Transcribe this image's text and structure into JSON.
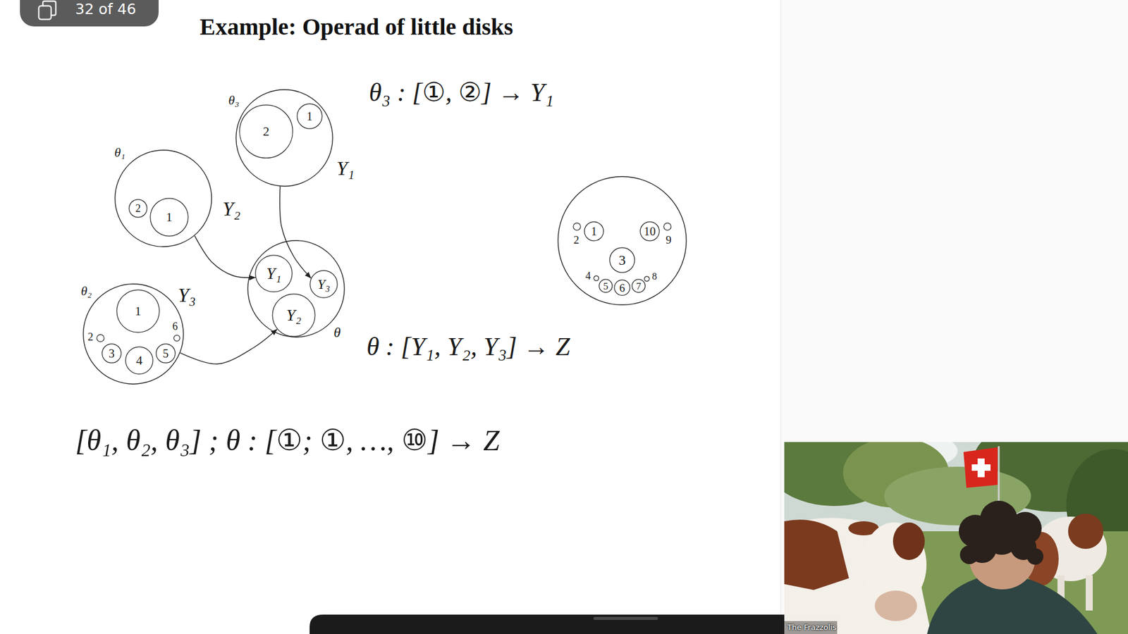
{
  "diagram": {
    "title": "Example: Operad of little disks",
    "nodes": [
      {
        "text": [
          "θ₃",
          "Y₁"
        ]
      },
      {
        "text": [
          "2"
        ],
        "in": 0
      },
      {
        "text": [
          "1"
        ],
        "in": 0
      },
      {
        "text": [
          "θ₁",
          "Y₂"
        ]
      },
      {
        "text": [
          "2"
        ],
        "in": 3
      },
      {
        "text": [
          "1"
        ],
        "in": 3
      },
      {
        "text": [
          "θ"
        ]
      },
      {
        "text": [
          "Y₁"
        ],
        "in": 6
      },
      {
        "text": [
          "Y₃"
        ],
        "in": 6
      },
      {
        "text": [
          "Y₂"
        ],
        "in": 6
      },
      {
        "text": [
          "θ₂",
          "Y₃"
        ]
      },
      {
        "text": [
          "1"
        ],
        "in": 10
      },
      {
        "text": [
          "2"
        ],
        "in": 10
      },
      {
        "text": [
          "3"
        ],
        "in": 10
      },
      {
        "text": [
          "4"
        ],
        "in": 10
      },
      {
        "text": [
          "5"
        ],
        "in": 10
      },
      {
        "text": [
          "6"
        ],
        "in": 10
      },
      {
        "text": []
      },
      {
        "text": [
          "2"
        ],
        "in": 17
      },
      {
        "text": [
          "1"
        ],
        "in": 17
      },
      {
        "text": [
          "10"
        ],
        "in": 17
      },
      {
        "text": [
          "9"
        ],
        "in": 17
      },
      {
        "text": [
          "3"
        ],
        "in": 17
      },
      {
        "text": [
          "4"
        ],
        "in": 17
      },
      {
        "text": [
          "5"
        ],
        "in": 17
      },
      {
        "text": [
          "6"
        ],
        "in": 17
      },
      {
        "text": [
          "7"
        ],
        "in": 17
      },
      {
        "text": [
          "8"
        ],
        "in": 17
      }
    ],
    "edges": [
      {
        "from": 3,
        "to": 7,
        "arrow": "to"
      },
      {
        "from": 0,
        "to": 8,
        "arrow": "to"
      },
      {
        "from": 10,
        "to": 9,
        "arrow": "to"
      }
    ],
    "labels": [
      "32 of 46",
      "θ₃ : [①, ②] → Y₁",
      "θ : [Y₁, Y₂, Y₃] → Z",
      "[θ₁, θ₂, θ₃] ; θ : [①; ①, …, ⑩] → Z",
      "The Frazzolis"
    ]
  }
}
